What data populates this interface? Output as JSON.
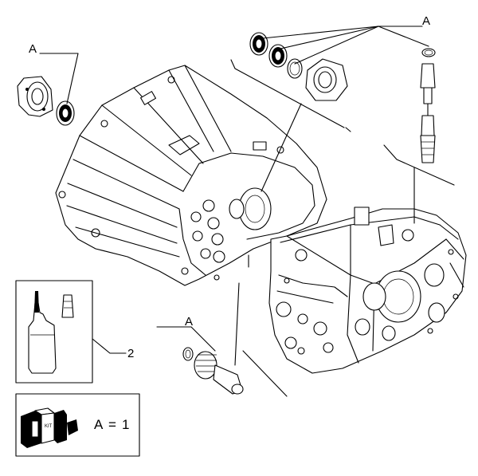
{
  "diagram": {
    "callouts": [
      {
        "id": "top-left",
        "label": "A"
      },
      {
        "id": "top-right",
        "label": "A"
      },
      {
        "id": "bottom-center",
        "label": "A"
      }
    ],
    "item_number": "2",
    "legend": {
      "equation_left": "A",
      "equation_sign": "=",
      "equation_right": "1"
    },
    "kit_box_label": "KIT"
  }
}
